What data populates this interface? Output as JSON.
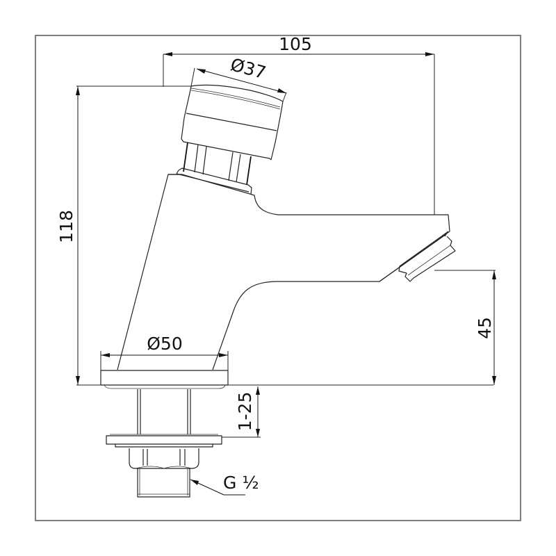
{
  "drawing": {
    "subject": "self-closing push-button basin tap side elevation",
    "line_color": "#222222",
    "frame_color": "#555555",
    "background": "#ffffff"
  },
  "dimensions": {
    "overall_length": "105",
    "button_diameter": "Ø37",
    "overall_height": "118",
    "base_diameter": "Ø50",
    "spout_height": "45",
    "mounting_range": "1-25",
    "thread": "G ½"
  }
}
